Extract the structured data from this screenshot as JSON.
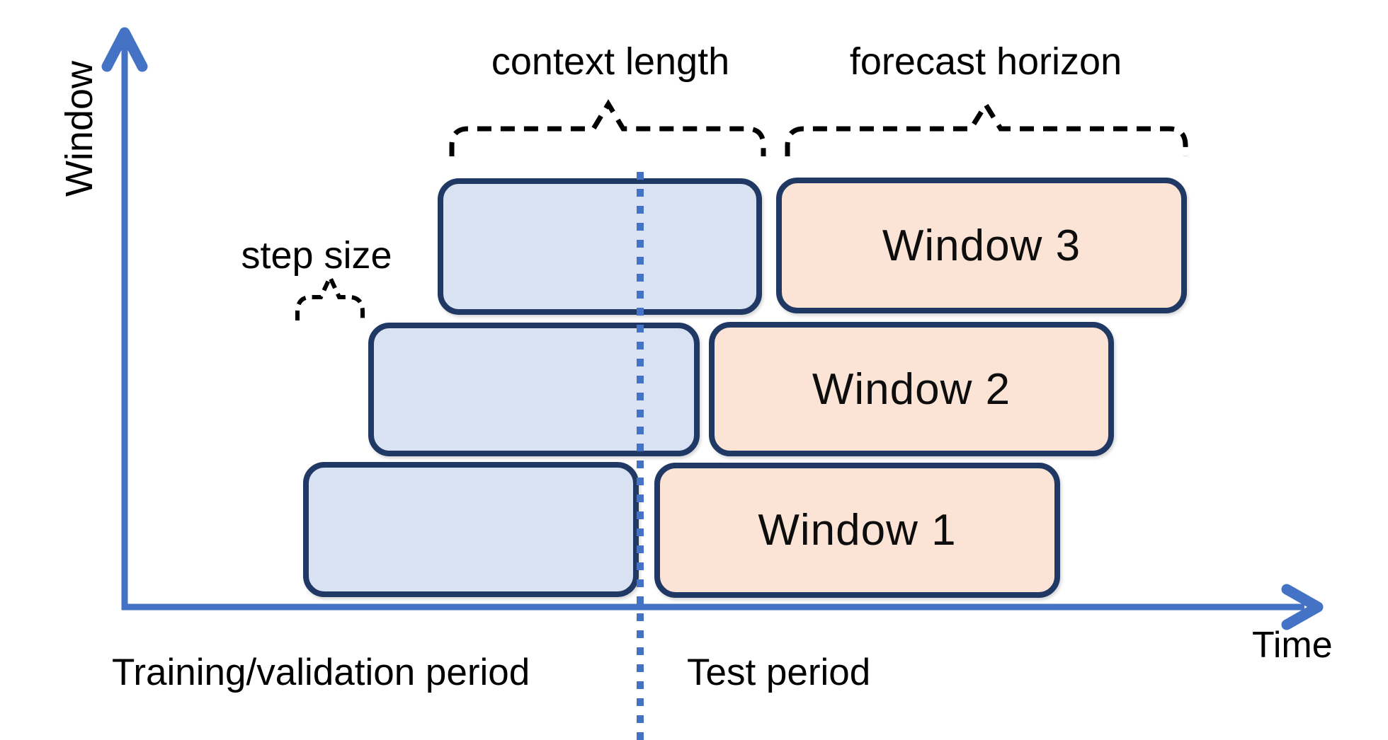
{
  "figure": {
    "y_axis_label": "Window",
    "x_axis_label": "Time",
    "annotations": {
      "context_length": "context length",
      "forecast_horizon": "forecast horizon",
      "step_size": "step size"
    },
    "periods": {
      "training": "Training/validation period",
      "test": "Test period"
    },
    "windows": [
      {
        "label": "Window 1"
      },
      {
        "label": "Window 2"
      },
      {
        "label": "Window 3"
      }
    ],
    "colors": {
      "axis_blue": "#4472c4",
      "dotted_split_line": "#4472c4",
      "box_border_navy": "#1f3864",
      "context_box_fill": "#d9e2f2",
      "forecast_box_fill": "#fbe3d5",
      "annotation_black": "#000000"
    }
  }
}
